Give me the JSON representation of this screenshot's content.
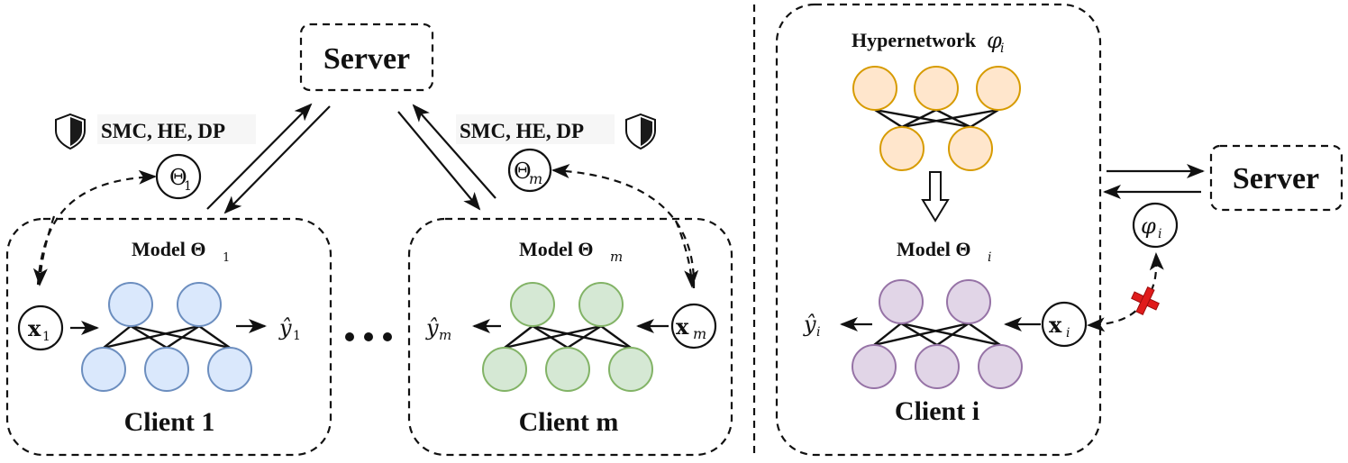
{
  "left_panel": {
    "server": {
      "label": "Server"
    },
    "privacy_left": {
      "label": "SMC, HE, DP",
      "icon": "shield-icon"
    },
    "privacy_right": {
      "label": "SMC, HE, DP",
      "icon": "shield-icon"
    },
    "theta_1": {
      "symbol": "Θ",
      "sub": "1"
    },
    "theta_m": {
      "symbol": "Θ",
      "sub": "m"
    },
    "ellipsis": "• • •",
    "client_1": {
      "model_label": "Model Θ",
      "model_sub": "1",
      "input_symbol": "x",
      "input_sub": "1",
      "output_symbol": "ŷ",
      "output_sub": "1",
      "title": "Client 1",
      "node_fill": "#dae8fc",
      "node_stroke": "#6c8ebf"
    },
    "client_m": {
      "model_label": "Model Θ",
      "model_sub": "m",
      "input_symbol": "x",
      "input_sub": "m",
      "output_symbol": "ŷ",
      "output_sub": "m",
      "title": "Client m",
      "node_fill": "#d5e8d4",
      "node_stroke": "#82b366"
    }
  },
  "right_panel": {
    "hypernetwork": {
      "label": "Hypernetwork",
      "symbol": "φ",
      "sub": "i",
      "node_fill": "#ffe6cc",
      "node_stroke": "#d79b00"
    },
    "client_i": {
      "model_label": "Model Θ",
      "model_sub": "i",
      "input_symbol": "x",
      "input_sub": "i",
      "output_symbol": "ŷ",
      "output_sub": "i",
      "title": "Client i",
      "node_fill": "#e1d5e7",
      "node_stroke": "#9673a6"
    },
    "server": {
      "label": "Server"
    },
    "phi_i": {
      "symbol": "φ",
      "sub": "i"
    },
    "blocked_icon": "cross-icon",
    "blocked_color": "#e01b1b"
  }
}
